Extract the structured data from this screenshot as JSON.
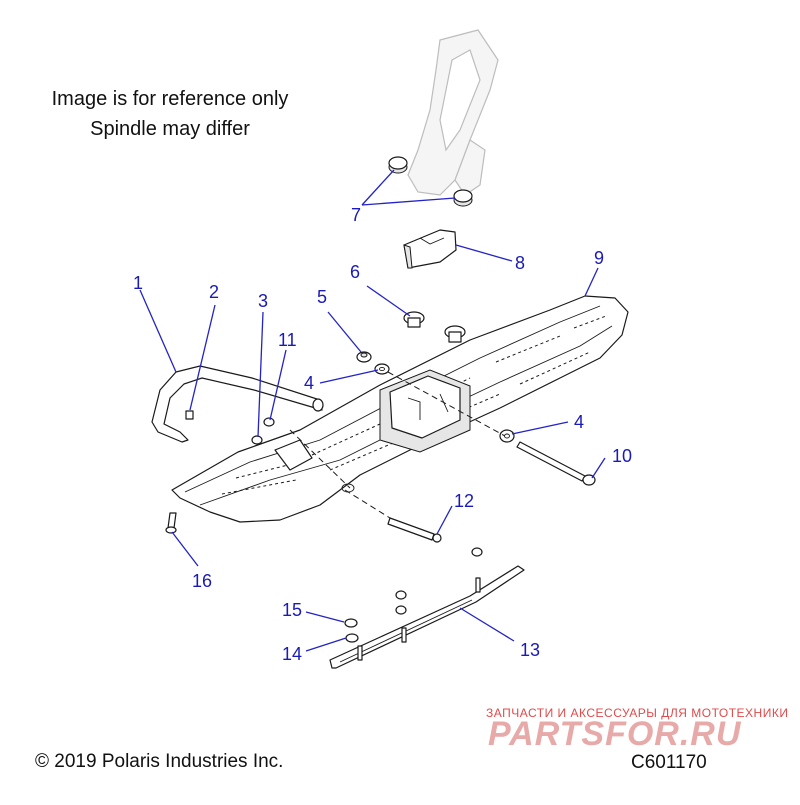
{
  "notes": {
    "line1": "Image is for reference only",
    "line2": "Spindle may differ"
  },
  "footer": {
    "copyright": "© 2019 Polaris Industries Inc.",
    "figure_id": "C601170"
  },
  "watermark": {
    "tagline": "ЗАПЧАСТИ И АКСЕССУАРЫ ДЛЯ МОТОТЕХНИКИ",
    "brand": "PARTSFOR.RU"
  },
  "callouts": [
    "1",
    "2",
    "3",
    "11",
    "5",
    "6",
    "4",
    "4",
    "7",
    "8",
    "9",
    "10",
    "12",
    "13",
    "14",
    "15",
    "16"
  ],
  "colors": {
    "callout": "#1a1ab8",
    "watermark": "#e04a4a"
  }
}
